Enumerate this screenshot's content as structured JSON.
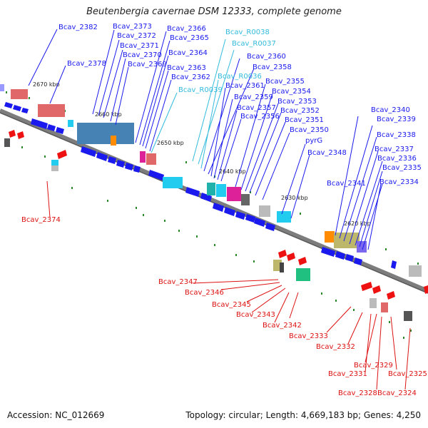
{
  "title": "Beutenbergia cavernae DSM 12333, complete genome",
  "footer": {
    "accession": "Accession: NC_012669",
    "summary": "Topology: circular; Length: 4,669,183 bp; Genes: 4,250"
  },
  "colors": {
    "forward_gene": "#1a1aee",
    "reverse_gene": "#ee1111",
    "rna_label": "#33bbdd",
    "backbone": "#808080",
    "tick": "#228822"
  },
  "ticks": [
    "2670 kbp",
    "2660 kbp",
    "2650 kbp",
    "2640 kbp",
    "2630 kbp",
    "2620 kbp"
  ],
  "forward_labels": [
    "Bcav_2382",
    "Bcav_2378",
    "Bcav_2373",
    "Bcav_2372",
    "Bcav_2371",
    "Bcav_2370",
    "Bcav_2369",
    "Bcav_2366",
    "Bcav_2365",
    "Bcav_2364",
    "Bcav_2363",
    "Bcav_2362",
    "Bcav_R0039",
    "Bcav_R0038",
    "Bcav_R0037",
    "Bcav_R0036",
    "Bcav_2360",
    "Bcav_2358",
    "Bcav_2361",
    "Bcav_2359",
    "Bcav_2357",
    "Bcav_2356",
    "Bcav_2355",
    "Bcav_2354",
    "Bcav_2353",
    "Bcav_2352",
    "Bcav_2351",
    "Bcav_2350",
    "pyrG",
    "Bcav_2348",
    "Bcav_2341",
    "Bcav_2340",
    "Bcav_2339",
    "Bcav_2338",
    "Bcav_2337",
    "Bcav_2336",
    "Bcav_2335",
    "Bcav_2334"
  ],
  "reverse_labels": [
    "Bcav_2374",
    "Bcav_2347",
    "Bcav_2346",
    "Bcav_2345",
    "Bcav_2343",
    "Bcav_2342",
    "Bcav_2333",
    "Bcav_2332",
    "Bcav_2329",
    "Bcav_2331",
    "Bcav_2325",
    "Bcav_2328",
    "Bcav_2324"
  ]
}
